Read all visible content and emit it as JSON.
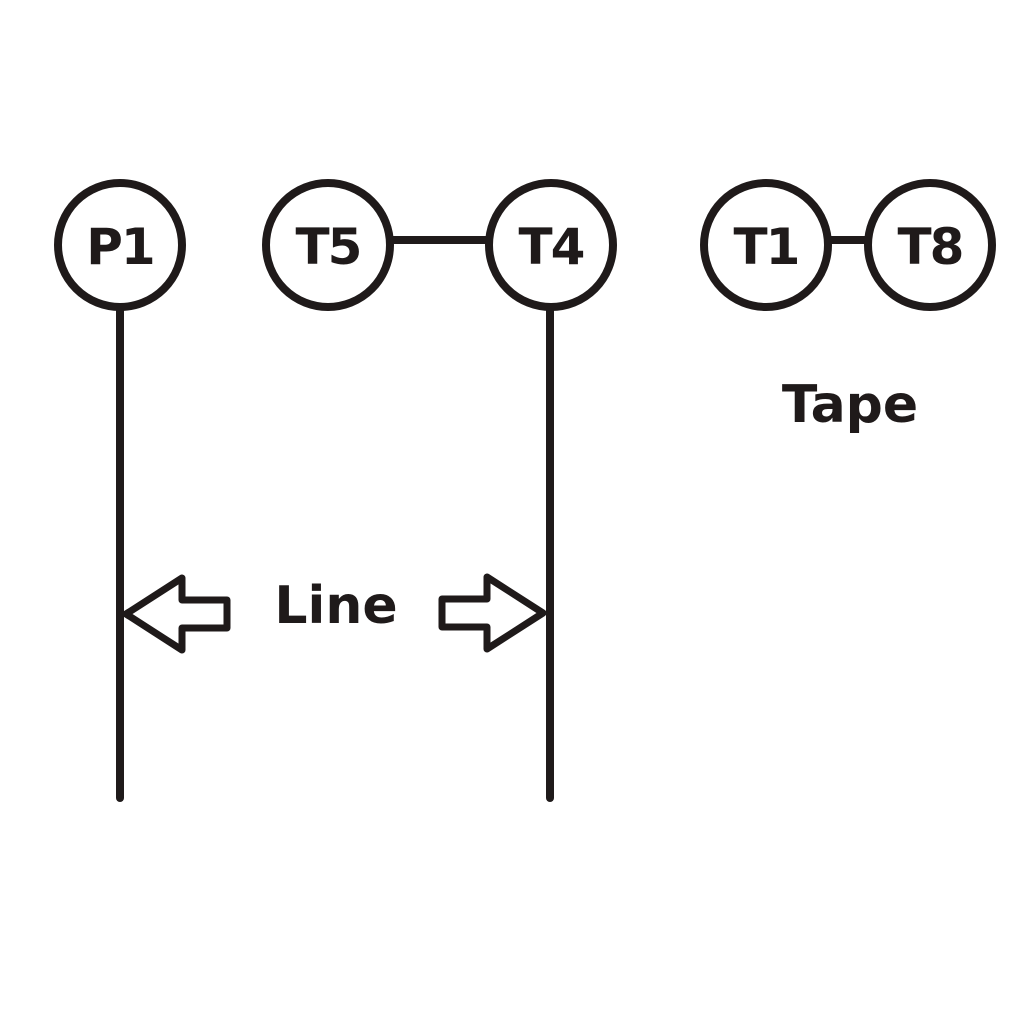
{
  "nodes": {
    "p1": "P1",
    "t5": "T5",
    "t4": "T4",
    "t1": "T1",
    "t8": "T8"
  },
  "labels": {
    "tape": "Tape",
    "line": "Line"
  },
  "colors": {
    "ink": "#1f1a1a",
    "background": "#ffffff"
  }
}
